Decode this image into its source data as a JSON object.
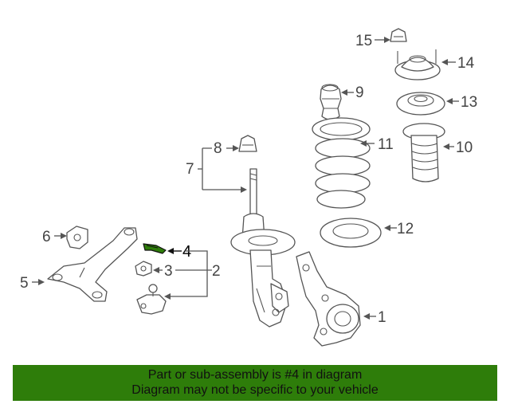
{
  "callouts": {
    "c1": "1",
    "c2": "2",
    "c3": "3",
    "c4": "4",
    "c5": "5",
    "c6": "6",
    "c7": "7",
    "c8": "8",
    "c9": "9",
    "c10": "10",
    "c11": "11",
    "c12": "12",
    "c13": "13",
    "c14": "14",
    "c15": "15"
  },
  "highlight": {
    "part": "4",
    "color": "#2e7d0a"
  },
  "banner": {
    "line1": "Part or sub-assembly is #4 in diagram",
    "line2": "Diagram may not be specific to your vehicle",
    "background": "#2e7d0a"
  }
}
